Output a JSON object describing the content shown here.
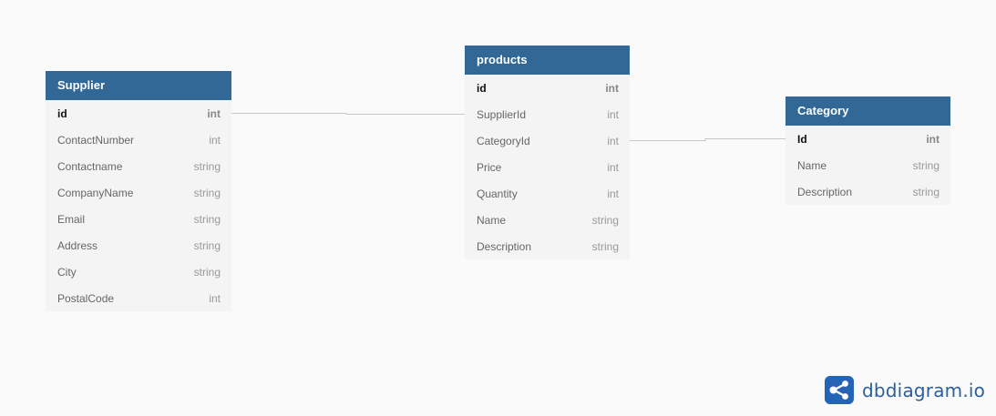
{
  "tables": {
    "supplier": {
      "name": "Supplier",
      "fields": [
        {
          "name": "id",
          "type": "int",
          "pk": true
        },
        {
          "name": "ContactNumber",
          "type": "int"
        },
        {
          "name": "Contactname",
          "type": "string"
        },
        {
          "name": "CompanyName",
          "type": "string"
        },
        {
          "name": "Email",
          "type": "string"
        },
        {
          "name": "Address",
          "type": "string"
        },
        {
          "name": "City",
          "type": "string"
        },
        {
          "name": "PostalCode",
          "type": "int"
        }
      ]
    },
    "products": {
      "name": "products",
      "fields": [
        {
          "name": "id",
          "type": "int",
          "pk": true
        },
        {
          "name": "SupplierId",
          "type": "int"
        },
        {
          "name": "CategoryId",
          "type": "int"
        },
        {
          "name": "Price",
          "type": "int"
        },
        {
          "name": "Quantity",
          "type": "int"
        },
        {
          "name": "Name",
          "type": "string"
        },
        {
          "name": "Description",
          "type": "string"
        }
      ]
    },
    "category": {
      "name": "Category",
      "fields": [
        {
          "name": "Id",
          "type": "int",
          "pk": true
        },
        {
          "name": "Name",
          "type": "string"
        },
        {
          "name": "Description",
          "type": "string"
        }
      ]
    }
  },
  "colors": {
    "header": "#316896",
    "background": "#fafafa",
    "connector": "#c8c8c8",
    "logo": "#2563b6"
  },
  "logo": {
    "text": "dbdiagram.io",
    "icon": "share-nodes-icon"
  }
}
